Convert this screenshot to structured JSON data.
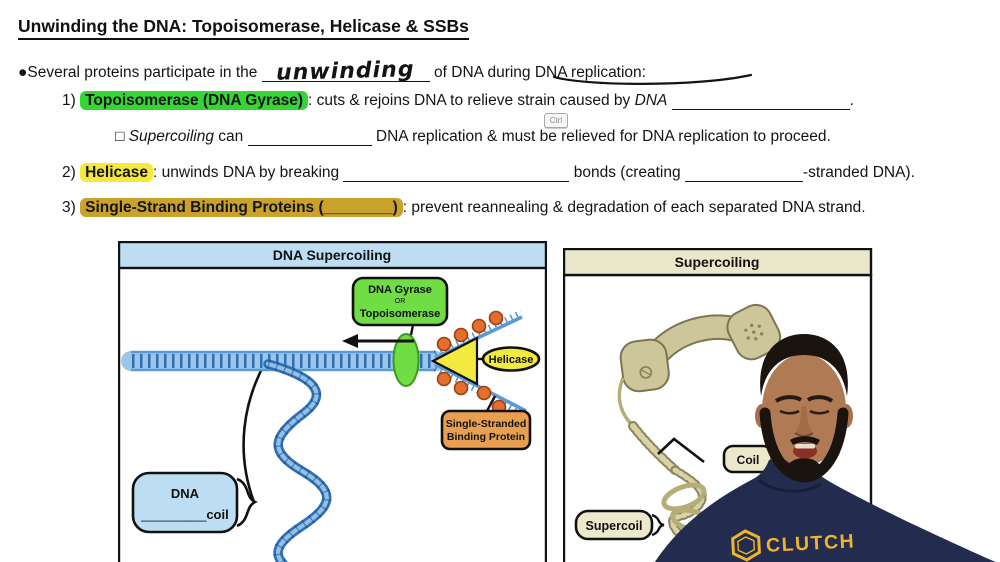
{
  "page": {
    "title": "Unwinding the DNA: Topoisomerase, Helicase & SSBs"
  },
  "notes": {
    "intro": {
      "pre": "●Several proteins participate in the",
      "word": "unwinding",
      "post": "of DNA during DNA replication:"
    },
    "item1": {
      "prefix": "1)",
      "term": "Topoisomerase (DNA Gyrase)",
      "after": ": cuts & rejoins DNA to relieve strain caused by ",
      "italic_word": "DNA",
      "period": "."
    },
    "sub1": {
      "bullet": "□",
      "italic_word": "Supercoiling",
      "mid": " can ",
      "after": " DNA replication & must be relieved for DNA replication to proceed.",
      "key_badge": "Ctrl"
    },
    "item2": {
      "prefix": "2)",
      "term": "Helicase",
      "after_a": ": unwinds DNA by breaking ",
      "after_b": " bonds (creating ",
      "after_c": "-stranded DNA)."
    },
    "item3": {
      "prefix": "3)",
      "term": "Single-Strand Binding Proteins (________)",
      "after": ": prevent reannealing & degradation of each separated DNA strand."
    }
  },
  "left_panel": {
    "header": "DNA Supercoiling",
    "gyrase_box": {
      "line1": "DNA Gyrase",
      "line2": "OR",
      "line3": "Topoisomerase"
    },
    "helicase_label": "Helicase",
    "ssb_label": {
      "line1": "Single-Stranded",
      "line2": "Binding Protein"
    },
    "dna_coil_label": {
      "line1": "DNA",
      "blank": "_________",
      "suffix": "coil"
    }
  },
  "right_panel": {
    "header": "Supercoiling",
    "coil_label": "Coil",
    "supercoil_label": "Supercoil"
  },
  "person": {
    "shirt_text": "CLUTCH"
  },
  "colors": {
    "highlight_green": "#35d535",
    "highlight_yellow": "#f5e93c",
    "highlight_mustard": "#c9a22b",
    "panel_blue": "#bddef2",
    "panel_tan": "#eae6ca",
    "gyrase_green": "#70dd44",
    "helicase_yellow": "#f2ea3e",
    "ssb_orange": "#e8a050",
    "dna_blue": "#2f6fb5",
    "shirt_navy": "#232c4e",
    "clutch_gold": "#f0b429"
  }
}
